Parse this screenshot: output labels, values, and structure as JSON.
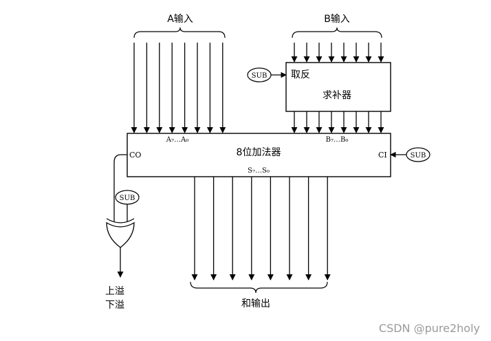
{
  "diagram": {
    "a_input_label": "A输入",
    "b_input_label": "B输入",
    "complement_line1": "取反",
    "complement_line2": "求补器",
    "adder_title": "8位加法器",
    "a_port": "A₇…A₀",
    "b_port": "B₇…B₀",
    "s_port": "S₇…S₀",
    "co_port": "CO",
    "ci_port": "CI",
    "sub_label": "SUB",
    "overflow_line1": "上溢",
    "overflow_line2": "下溢",
    "sum_output_label": "和输出",
    "watermark": "CSDN @pure2holy"
  }
}
